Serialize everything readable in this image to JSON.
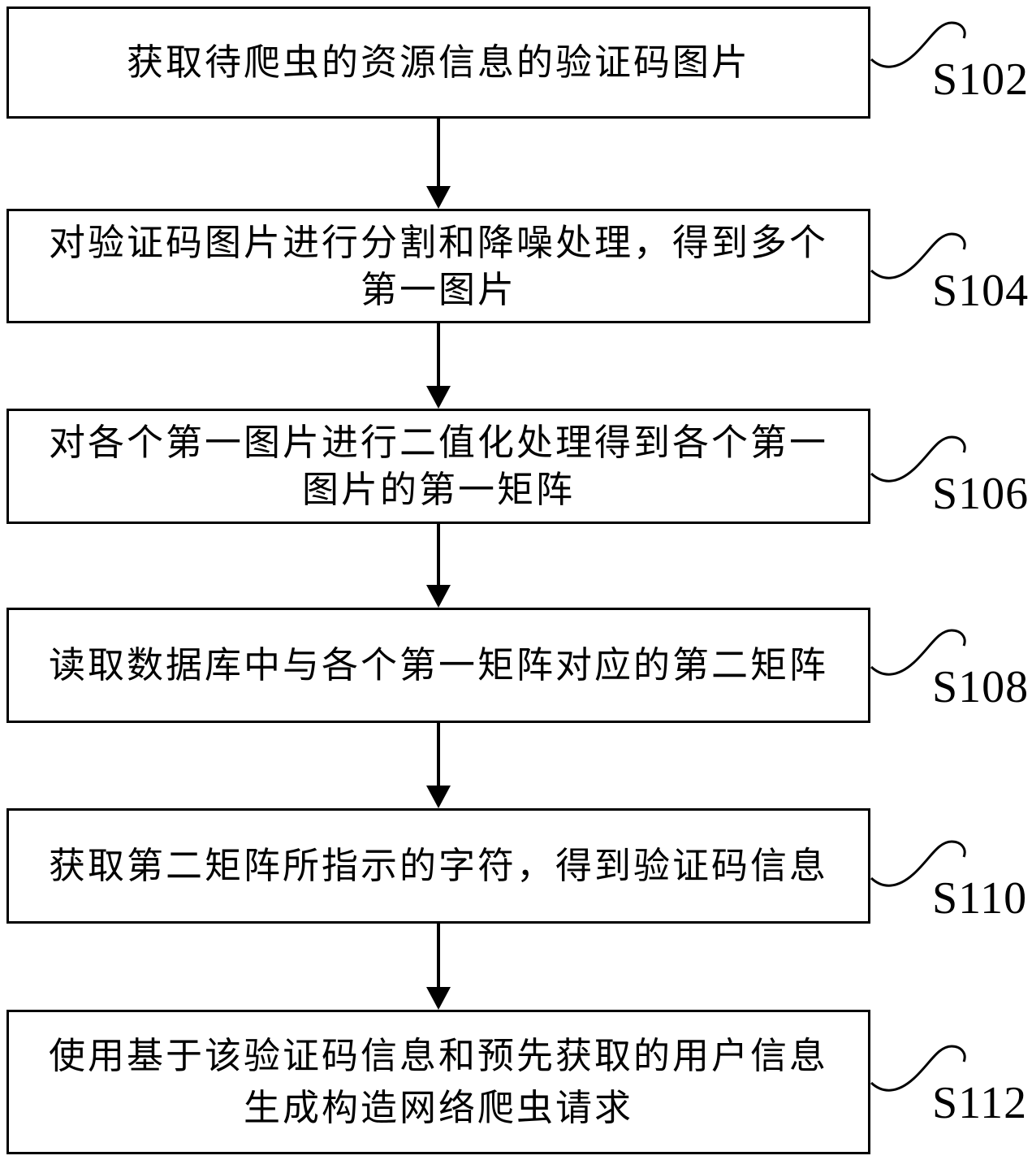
{
  "figure": {
    "type": "flowchart",
    "colors": {
      "ink": "#000000",
      "background": "#ffffff"
    },
    "steps": [
      {
        "label": "S102",
        "lines": [
          "获取待爬虫的资源信息的验证码图片"
        ]
      },
      {
        "label": "S104",
        "lines": [
          "对验证码图片进行分割和降噪处理，得到多个",
          "第一图片"
        ]
      },
      {
        "label": "S106",
        "lines": [
          "对各个第一图片进行二值化处理得到各个第一",
          "图片的第一矩阵"
        ]
      },
      {
        "label": "S108",
        "lines": [
          "读取数据库中与各个第一矩阵对应的第二矩阵"
        ]
      },
      {
        "label": "S110",
        "lines": [
          "获取第二矩阵所指示的字符，得到验证码信息"
        ]
      },
      {
        "label": "S112",
        "lines": [
          "使用基于该验证码信息和预先获取的用户信息",
          "生成构造网络爬虫请求"
        ]
      }
    ]
  }
}
